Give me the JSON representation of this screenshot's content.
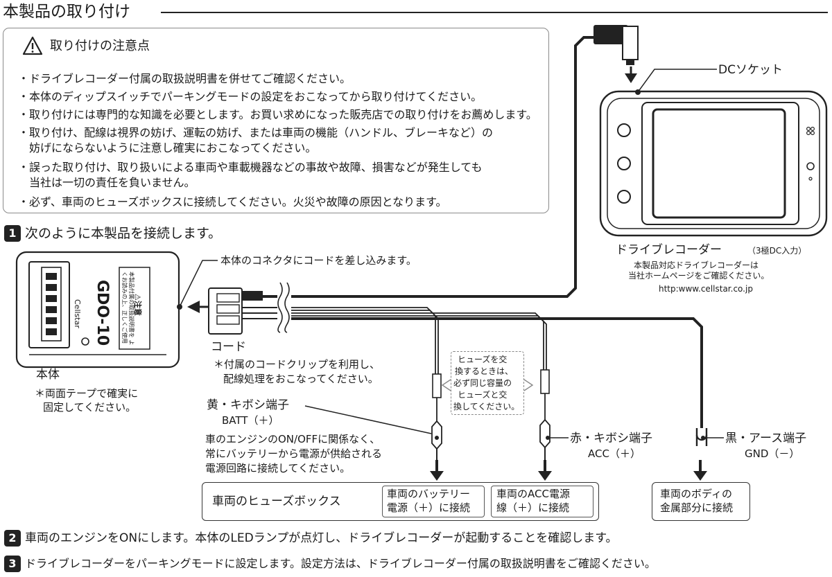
{
  "page_title": "本製品の取り付け",
  "caution": {
    "title": "取り付けの注意点",
    "items": [
      "・ドライブレコーダー付属の取扱説明書を併せてご確認ください。",
      "・本体のディップスイッチでパーキングモードの設定をおこなってから取り付けてください。",
      "・取り付けには専門的な知識を必要とします。お買い求めになった販売店での取り付けをお薦めします。",
      "・取り付け、配線は視界の妨げ、運転の妨げ、または車両の機能（ハンドル、ブレーキなど）の",
      "　妨げにならないように注意し確実におこなってください。",
      "・誤った取り付け、取り扱いによる車両や車載機器などの事故や故障、損害などが発生しても",
      "　当社は一切の責任を負いません。",
      "・必ず、車両のヒューズボックスに接続してください。火災や故障の原因となります。"
    ]
  },
  "steps": [
    {
      "num": "1",
      "text": "次のように本製品を接続します。"
    },
    {
      "num": "2",
      "text": "車両のエンジンをONにします。本体のLEDランプが点灯し、ドライブレコーダーが起動することを確認します。"
    },
    {
      "num": "3",
      "text": "ドライブレコーダーをパーキングモードに設定します。設定方法は、ドライブレコーダー付属の取扱説明書をご確認ください。"
    }
  ],
  "device": {
    "brand": "Cellstar",
    "model": "GDO-10",
    "caution_mark": "⚠注意",
    "caution_small": "本製品付属の取扱説明書を よくお読みの上、正しくご使用",
    "label": "本体",
    "note_line1": "＊両面テープで確実に",
    "note_line2": "固定してください。"
  },
  "connector_note": "本体のコネクタにコードを差し込みます。",
  "cord": {
    "label": "コード",
    "note_line1": "＊付属のコードクリップを利用し、",
    "note_line2": "配線処理をおこなってください。"
  },
  "dc_socket_label": "DCソケット",
  "recorder": {
    "label": "ドライブレコーダー",
    "label_sub": "（3極DC入力）",
    "info_line1": "本製品対応ドライブレコーダーは",
    "info_line2": "当社ホームページをご確認ください。",
    "url": "http:www.cellstar.co.jp"
  },
  "yellow": {
    "label": "黄・キボシ端子",
    "sub": "BATT（＋）",
    "desc_line1": "車のエンジンのON/OFFに関係なく、",
    "desc_line2": "常にバッテリーから電源が供給される",
    "desc_line3": "電源回路に接続してください。"
  },
  "red": {
    "label": "赤・キボシ端子",
    "sub": "ACC（＋）"
  },
  "black": {
    "label": "黒・アース端子",
    "sub": "GND（－）"
  },
  "fuse_note": [
    "ヒューズを交",
    "換するときは、",
    "必ず同じ容量の",
    "ヒューズと交",
    "換してください。"
  ],
  "fuse_box": {
    "label": "車両のヒューズボックス",
    "battery_line1": "車両のバッテリー",
    "battery_line2": "電源（＋）に接続",
    "acc_line1": "車両のACC電源",
    "acc_line2": "線（＋）に接続"
  },
  "body_ground": {
    "line1": "車両のボディの",
    "line2": "金属部分に接続"
  },
  "colors": {
    "line": "#222222",
    "border": "#8a8a8a",
    "badge_bg": "#222222",
    "badge_text": "#ffffff"
  }
}
